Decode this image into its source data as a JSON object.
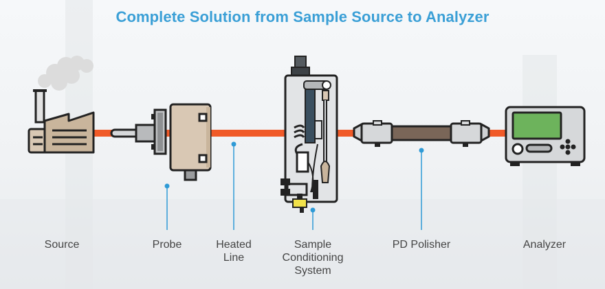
{
  "title": "Complete Solution from Sample Source to Analyzer",
  "colors": {
    "title": "#3a9fd6",
    "line": "#f05a28",
    "callout": "#2e9ad6",
    "equipment_tan": "#d9c8b4",
    "equipment_gray": "#d6d8da",
    "screen_green": "#6db35c",
    "polisher_brown": "#7a6658",
    "sensor_yellow": "#f2e24a",
    "outline": "#222222"
  },
  "stages": [
    {
      "id": "source",
      "label": "Source",
      "icon": "factory-icon"
    },
    {
      "id": "probe",
      "label": "Probe",
      "icon": "probe-icon"
    },
    {
      "id": "heated-line",
      "label": "Heated\nLine",
      "icon": "heated-line"
    },
    {
      "id": "sample-conditioning-system",
      "label": "Sample\nConditioning\nSystem",
      "icon": "conditioning-cabinet-icon"
    },
    {
      "id": "pd-polisher",
      "label": "PD Polisher",
      "icon": "polisher-icon"
    },
    {
      "id": "analyzer",
      "label": "Analyzer",
      "icon": "analyzer-icon"
    }
  ]
}
